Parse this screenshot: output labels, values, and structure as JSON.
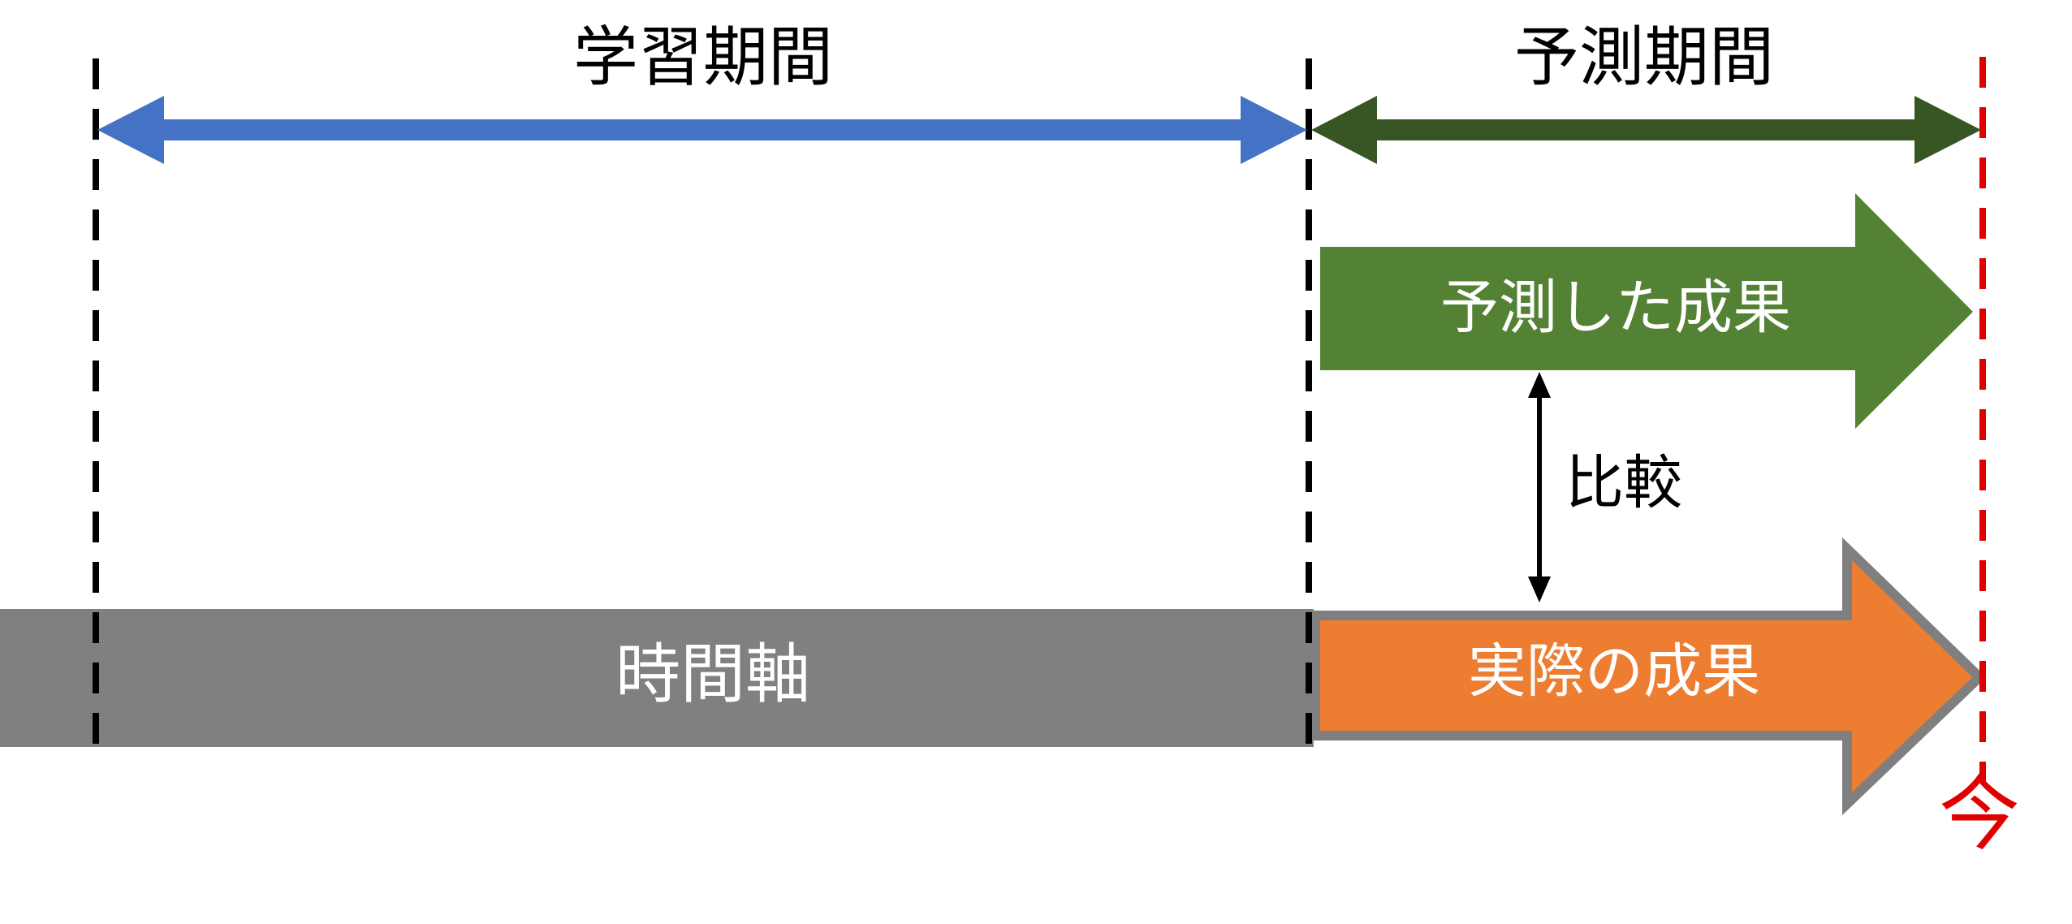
{
  "labels": {
    "training_period": "学習期間",
    "prediction_period": "予測期間",
    "predicted_result": "予測した成果",
    "compare": "比較",
    "timeline": "時間軸",
    "actual_result": "実際の成果",
    "now": "今"
  },
  "colors": {
    "training_arrow": "#4472C4",
    "prediction_arrow": "#375623",
    "predicted_result_arrow": "#548235",
    "actual_result_arrow": "#ED7D31",
    "actual_result_border": "#7F7F7F",
    "timeline_bar": "#808080",
    "now_line": "#E00000",
    "divider_line": "#000000",
    "text_dark": "#000000",
    "text_light": "#FFFFFF"
  }
}
